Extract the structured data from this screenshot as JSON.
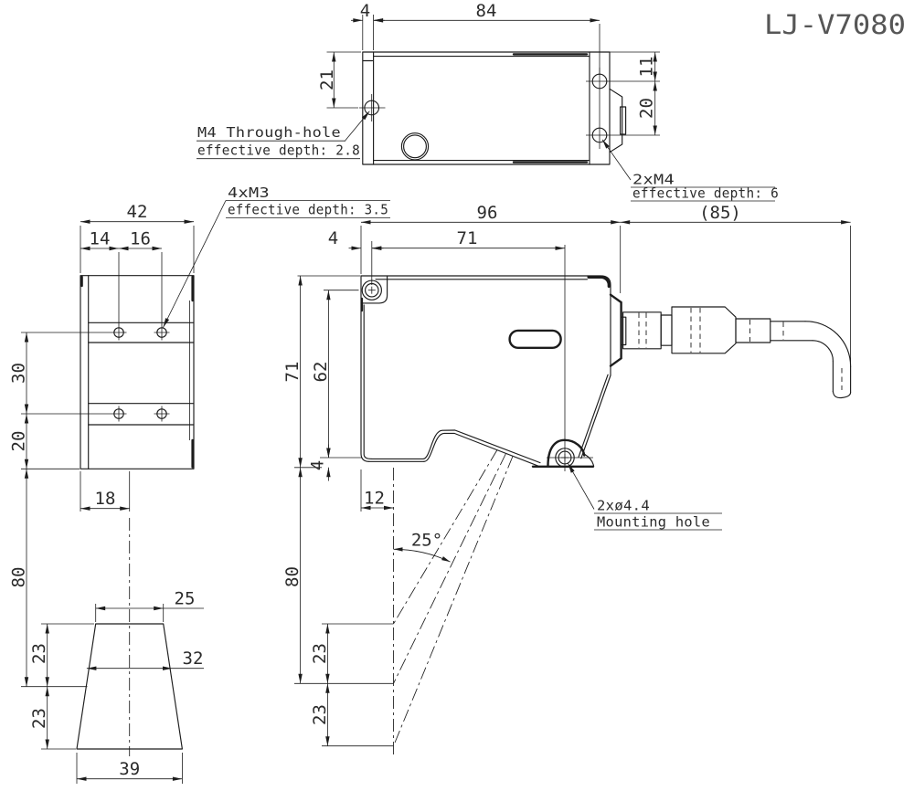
{
  "title": "LJ-V7080",
  "colors": {
    "line": "#1c1c1c",
    "text": "#2b2b2b",
    "title": "#565656",
    "background": "#ffffff"
  },
  "top_view": {
    "dim_4": "4",
    "dim_84": "84",
    "dim_21": "21",
    "dim_11": "11",
    "dim_20": "20",
    "label_m4_line1": "M4 Through-hole",
    "label_m4_line2": "effective depth: 2.8",
    "label_2xm4_line1": "2xM4",
    "label_2xm4_line2": "effective depth: 6"
  },
  "front_view": {
    "dim_42": "42",
    "dim_14": "14",
    "dim_16": "16",
    "dim_30": "30",
    "dim_20": "20",
    "dim_80": "80",
    "dim_18": "18",
    "dim_25": "25",
    "dim_23_upper": "23",
    "dim_32": "32",
    "dim_23_lower": "23",
    "dim_39": "39",
    "label_4xm3_line1": "4xM3",
    "label_4xm3_line2": "effective depth: 3.5"
  },
  "side_view": {
    "dim_96": "96",
    "dim_85": "(85)",
    "dim_4_top": "4",
    "dim_71_top": "71",
    "dim_71_left": "71",
    "dim_62": "62",
    "dim_4_bottom": "4",
    "dim_12": "12",
    "dim_80": "80",
    "dim_23_upper": "23",
    "dim_23_lower": "23",
    "dim_angle": "25°",
    "label_hole_line1": "2xø4.4",
    "label_hole_line2": "Mounting hole"
  }
}
